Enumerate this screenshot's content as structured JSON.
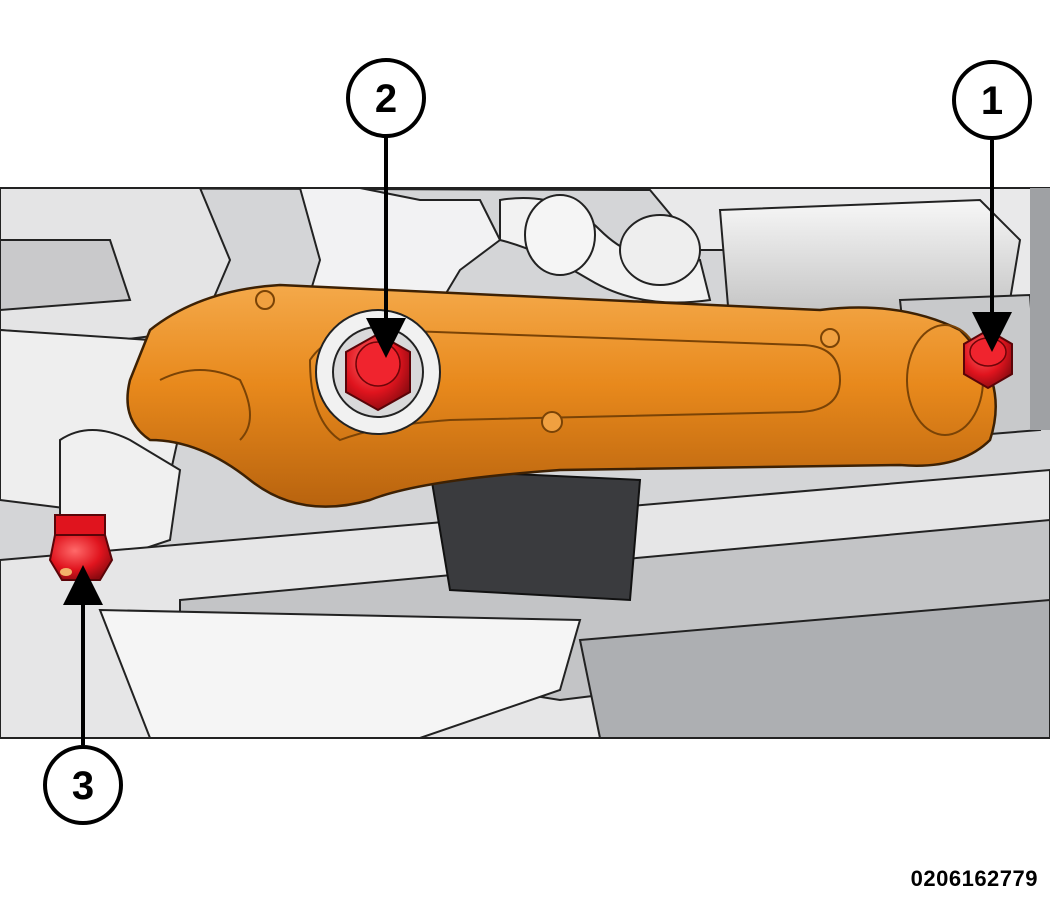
{
  "figure_code": "0206162779",
  "callouts": [
    {
      "id": "1",
      "label": "1"
    },
    {
      "id": "2",
      "label": "2"
    },
    {
      "id": "3",
      "label": "3"
    }
  ],
  "colors": {
    "control_arm": "#e8891c",
    "control_arm_dark": "#b8630e",
    "fastener": "#e0141e",
    "fastener_dark": "#8c0a10",
    "background_gray": "#cfd0d2",
    "line": "#1a1a1a"
  },
  "icons": [
    "callout-circle-icon",
    "leader-arrow-icon",
    "bolt-icon",
    "nut-icon"
  ]
}
